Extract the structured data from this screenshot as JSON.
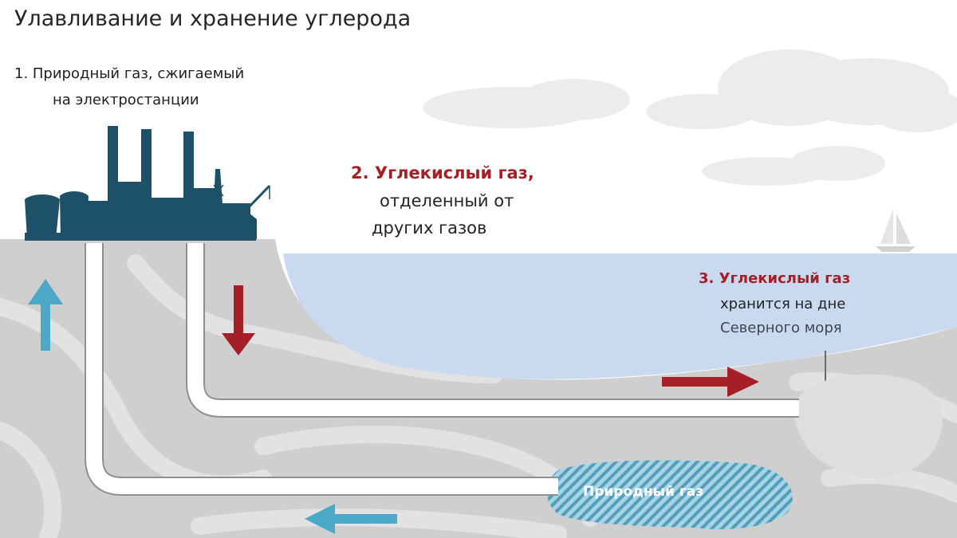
{
  "title": "Улавливание и хранение углерода",
  "steps": {
    "step1": {
      "line1": "1. Природный газ, сжигаемый",
      "line2": "на электростанции"
    },
    "step2": {
      "line1": "2. Углекислый газ,",
      "line2": "отделенный от",
      "line3": "других газов"
    },
    "step3": {
      "line1": "3. Углекислый газ",
      "line2": "хранится на дне",
      "line3": "Северного моря"
    }
  },
  "reservoir_label": "Природный газ",
  "colors": {
    "ground": "#cdcdcd",
    "ground_light": "#e0e0e0",
    "sea": "#c9daf0",
    "plant": "#1c5168",
    "pipe": "#ffffff",
    "co2_arrow": "#a51f26",
    "gas_arrow": "#4ba8c6",
    "reservoir": "#59a9c4",
    "cloud": "#ececec"
  },
  "icons": {
    "plant": "power-plant-icon",
    "boat": "sailboat-icon",
    "clouds": "cloud-icon"
  }
}
